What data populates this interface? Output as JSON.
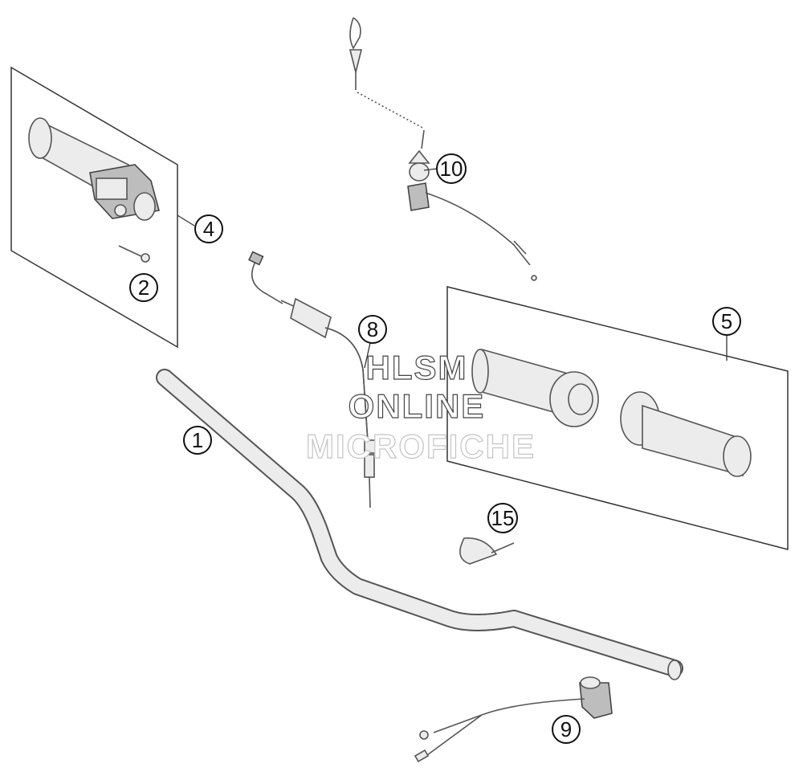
{
  "callouts": [
    {
      "id": "1",
      "label": "1"
    },
    {
      "id": "2",
      "label": "2"
    },
    {
      "id": "4",
      "label": "4"
    },
    {
      "id": "5",
      "label": "5"
    },
    {
      "id": "8",
      "label": "8"
    },
    {
      "id": "9",
      "label": "9"
    },
    {
      "id": "10",
      "label": "10"
    },
    {
      "id": "15",
      "label": "15"
    }
  ],
  "watermark": {
    "line1": "HLSM",
    "line2": "ONLINE",
    "line3": "MICROFICHE"
  }
}
